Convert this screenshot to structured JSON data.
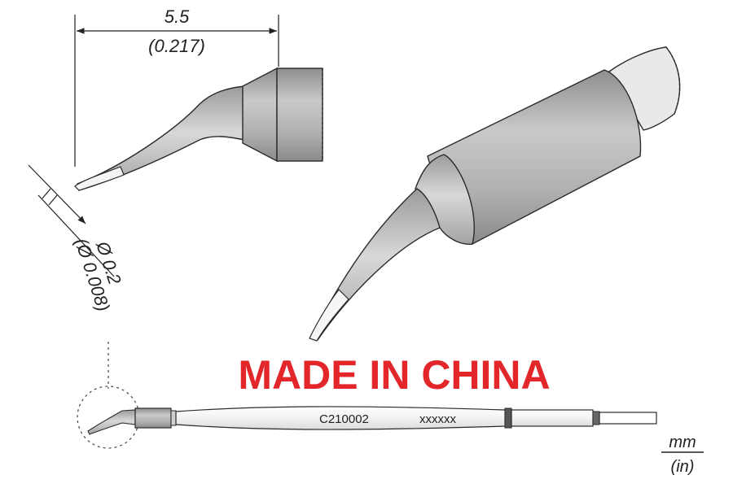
{
  "dimensions": {
    "length_mm": "5.5",
    "length_in": "(0.217)",
    "diameter_mm": "Ø 0.2",
    "diameter_in": "(Ø 0.008)"
  },
  "stamp": {
    "text": "MADE IN CHINA",
    "color": "#e3262a"
  },
  "cartridge": {
    "part_number": "C210002",
    "serial": "xxxxxx"
  },
  "units": {
    "primary": "mm",
    "secondary": "(in)"
  },
  "colors": {
    "metal_dark": "#9a9a9a",
    "metal_mid": "#b9b9b9",
    "metal_light": "#d6d6d6",
    "outline": "#2a2a2a"
  }
}
